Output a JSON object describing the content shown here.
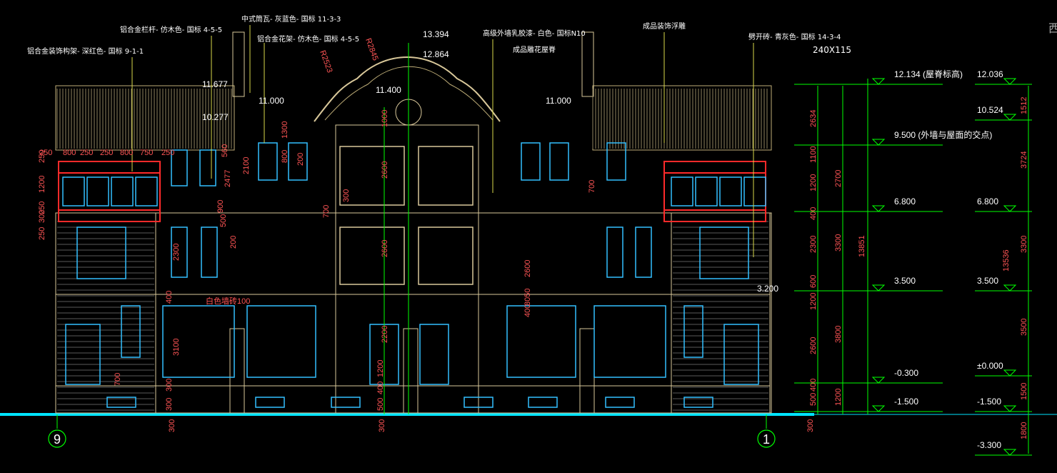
{
  "canvas": {
    "background": "#000000"
  },
  "colors": {
    "building_outline": "#d9c89a",
    "roof_lines": "#bfae78",
    "window": "#33bfff",
    "window_red": "#ff2a2a",
    "dimension": "#00ff00",
    "dimension_text": "#ff5555",
    "ground": "#00e5ff",
    "text": "#ffffff",
    "leader": "#d8d84a"
  },
  "corner_text": "西",
  "annotations": [
    {
      "id": "a1",
      "text": "铝合金装饰构架- 深红色- 国标 9-1-1"
    },
    {
      "id": "a2",
      "text": "铝合金栏杆- 仿木色- 国标 4-5-5"
    },
    {
      "id": "a3",
      "text": "中式筒瓦- 灰蓝色- 国标 11-3-3"
    },
    {
      "id": "a4",
      "text": "铝合金花架- 仿木色- 国标 4-5-5"
    },
    {
      "id": "a5",
      "text": "高级外墙乳胶漆- 白色- 国标N10"
    },
    {
      "id": "a6",
      "text": "成品雕花屋脊"
    },
    {
      "id": "a7",
      "text": "成品装饰浮雕"
    },
    {
      "id": "a8",
      "text": "劈开砖- 青灰色- 国标 14-3-4"
    },
    {
      "id": "a9",
      "text": "240X115"
    },
    {
      "id": "a10",
      "text": "R2845"
    },
    {
      "id": "a11",
      "text": "R2523"
    },
    {
      "id": "a12",
      "text": "白色墙砖100"
    }
  ],
  "facade_elevations": [
    {
      "id": "e1",
      "text": "13.394"
    },
    {
      "id": "e2",
      "text": "12.864"
    },
    {
      "id": "e3",
      "text": "11.677"
    },
    {
      "id": "e4",
      "text": "11.400"
    },
    {
      "id": "e5",
      "text": "11.000"
    },
    {
      "id": "e6",
      "text": "11.000"
    },
    {
      "id": "e7",
      "text": "10.277"
    },
    {
      "id": "e8",
      "text": "3.200"
    }
  ],
  "level_marks_left": [
    {
      "id": "l1",
      "text": "12.134 (屋脊标高)"
    },
    {
      "id": "l2",
      "text": "9.500 (外墙与屋面的交点)"
    },
    {
      "id": "l3",
      "text": "6.800"
    },
    {
      "id": "l4",
      "text": "3.500"
    },
    {
      "id": "l5",
      "text": "-0.300"
    },
    {
      "id": "l6",
      "text": "-1.500"
    }
  ],
  "level_marks_right": [
    {
      "id": "r1",
      "text": "12.036"
    },
    {
      "id": "r2",
      "text": "10.524"
    },
    {
      "id": "r3",
      "text": "6.800"
    },
    {
      "id": "r4",
      "text": "3.500"
    },
    {
      "id": "r5",
      "text": "±0.000"
    },
    {
      "id": "r6",
      "text": "-1.500"
    },
    {
      "id": "r7",
      "text": "-3.300"
    }
  ],
  "dims_chain_a": [
    "2634",
    "1100",
    "1200",
    "400",
    "2300",
    "600",
    "1200",
    "2600",
    "400",
    "500"
  ],
  "dims_chain_b": [
    "2700",
    "3300",
    "3800",
    "1200"
  ],
  "dim_total_a": "13851",
  "dims_chain_c": [
    "1512",
    "3724",
    "3300",
    "3500",
    "1500",
    "1800"
  ],
  "dim_total_c": "13536",
  "dims_facade": {
    "top_row": [
      "250",
      "800",
      "250",
      "250",
      "800",
      "750",
      "250"
    ],
    "left_col": [
      "250",
      "1200",
      "250",
      "300",
      "250"
    ],
    "misc": [
      "1300",
      "800",
      "2100",
      "2477",
      "900",
      "500",
      "200",
      "2300",
      "400",
      "3100",
      "700",
      "300",
      "300",
      "1000",
      "2600",
      "2600",
      "2200",
      "1200",
      "400",
      "500",
      "300",
      "700",
      "2600",
      "3050",
      "400",
      "200",
      "560",
      "700"
    ],
    "bottom_300": [
      "300",
      "300",
      "300"
    ]
  },
  "grid_labels": {
    "left": "9",
    "right": "1"
  }
}
